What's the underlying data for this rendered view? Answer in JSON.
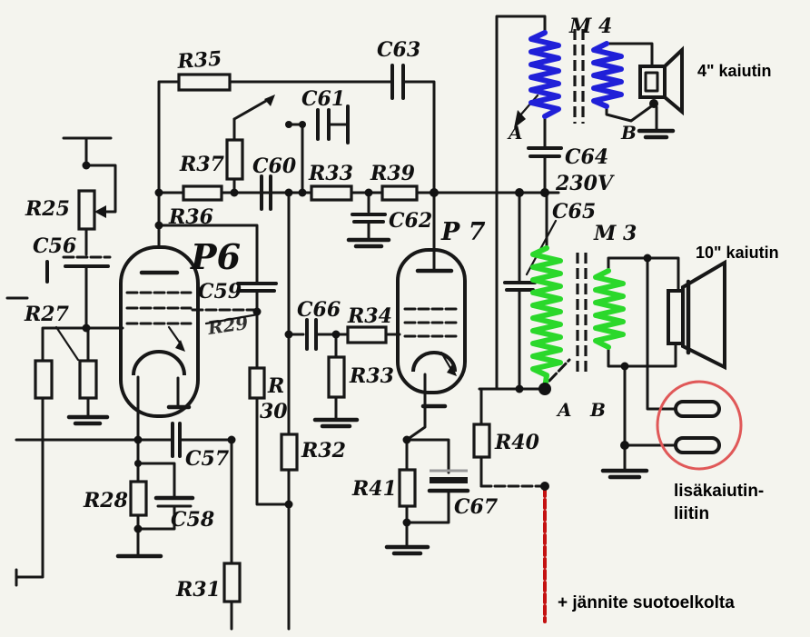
{
  "colors": {
    "coil_blue": "#2020d8",
    "coil_green": "#2bd82b",
    "wire_red": "#c41111",
    "circle_red": "#e05858",
    "text_red": "#e20000",
    "ink_black": "#171717",
    "paper": "#f4f4ee"
  },
  "schematic": {
    "tubes": {
      "p6": "P6",
      "p7": "P 7"
    },
    "transformers": {
      "m4": "M 4",
      "m3": "M 3"
    },
    "voltage": "230V",
    "resistors": {
      "r25": "R25",
      "r27": "R27",
      "r28": "R28",
      "r29": "R29",
      "r30_line1": "R",
      "r30_line2": "30",
      "r31": "R31",
      "r32": "R32",
      "r33_top": "R33",
      "r33_mid": "R33",
      "r34": "R34",
      "r35": "R35",
      "r36": "R36",
      "r37": "R37",
      "r39": "R39",
      "r40": "R40",
      "r41": "R41"
    },
    "capacitors": {
      "c56": "C56",
      "c57": "C57",
      "c58": "C58",
      "c59": "C59",
      "c60": "C60",
      "c61": "C61",
      "c62": "C62",
      "c63": "C63",
      "c64": "C64",
      "c65": "C65",
      "c66": "C66",
      "c67": "C67"
    },
    "terminals": {
      "a_top": "A",
      "b_top": "B",
      "a_bottom": "A",
      "b_bottom": "B"
    }
  },
  "annotations": {
    "speaker_small": "4\" kaiutin",
    "speaker_large": "10\" kaiutin",
    "connector_label_line1": "lisäkaiutin-",
    "connector_label_line2": "liitin",
    "supply_note": "+ jännite suotoelkolta"
  }
}
